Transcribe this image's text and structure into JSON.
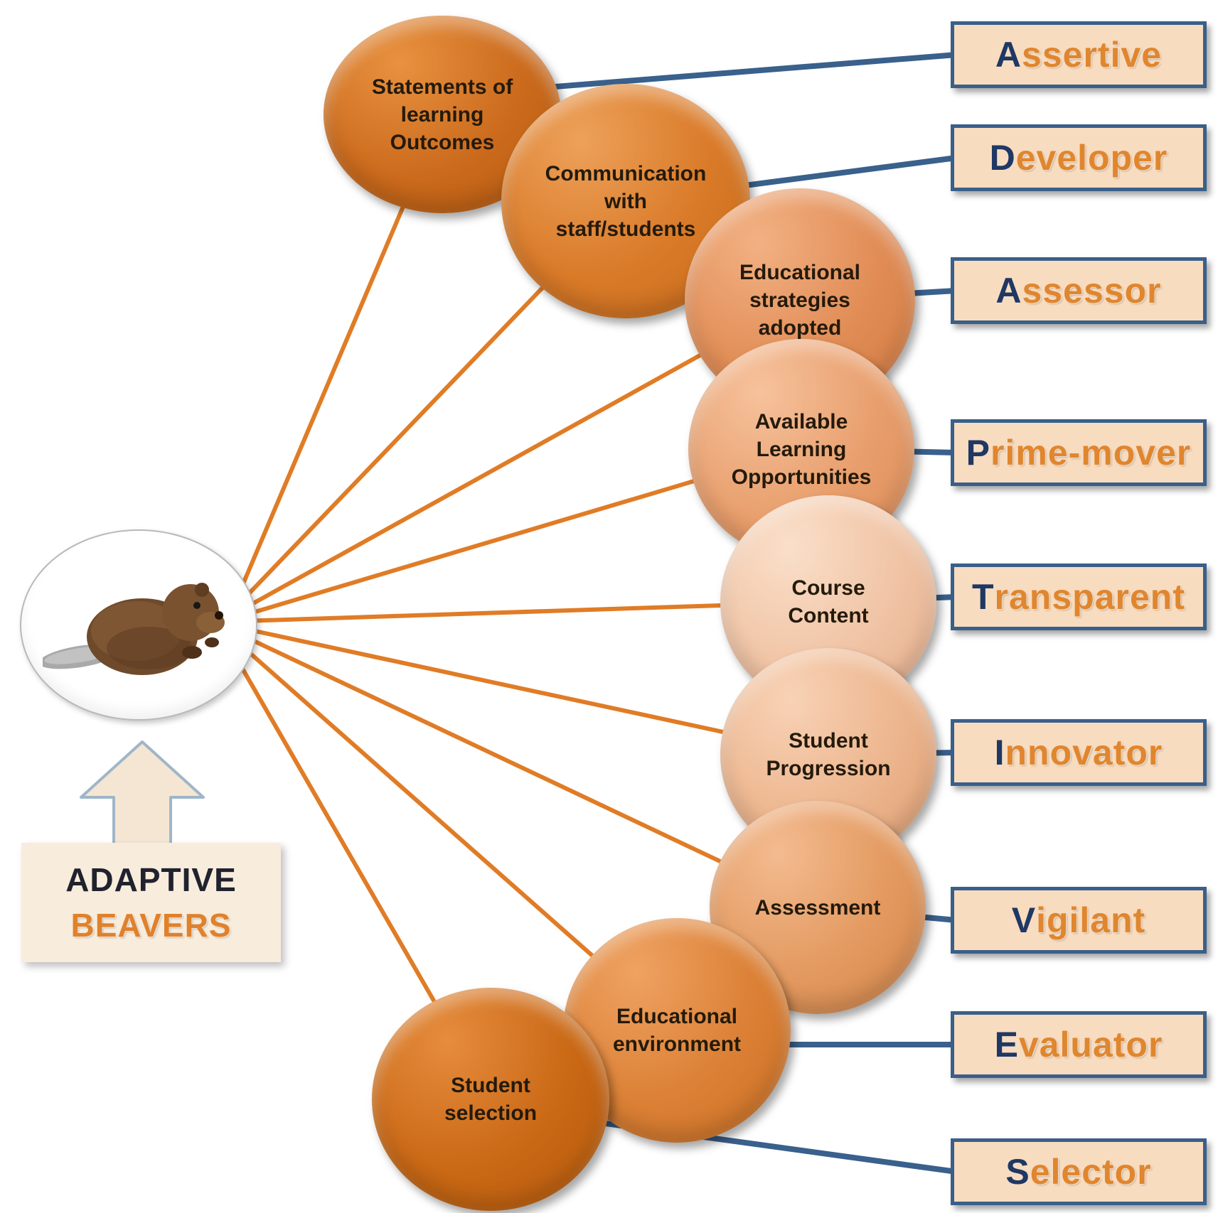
{
  "legend": {
    "line1": "ADAPTIVE",
    "line2": "BEAVERS"
  },
  "hub": {
    "image_name": "beaver"
  },
  "pairs": [
    {
      "circle": "Statements of learning Outcomes",
      "role_first": "A",
      "role_rest": "ssertive"
    },
    {
      "circle": "Communication with staff/students",
      "role_first": "D",
      "role_rest": "eveloper"
    },
    {
      "circle": "Educational strategies adopted",
      "role_first": "A",
      "role_rest": "ssessor"
    },
    {
      "circle": "Available Learning Opportunities",
      "role_first": "P",
      "role_rest": "rime-mover"
    },
    {
      "circle": "Course Content",
      "role_first": "T",
      "role_rest": "ransparent"
    },
    {
      "circle": "Student Progression",
      "role_first": "I",
      "role_rest": "nnovator"
    },
    {
      "circle": "Assessment",
      "role_first": "V",
      "role_rest": "igilant"
    },
    {
      "circle": "Educational environment",
      "role_first": "E",
      "role_rest": "valuator"
    },
    {
      "circle": "Student selection",
      "role_first": "S",
      "role_rest": "elector"
    }
  ],
  "colors": {
    "spoke_line": "#E07C26",
    "connector_line": "#3A608C",
    "role_first_letter": "#1F3864",
    "role_rest": "#E0862E",
    "role_box_bg": "#F8DCC0",
    "role_box_border": "#3A5F8A",
    "legend_adaptive": "#20222E",
    "legend_beavers": "#E0812C",
    "circle_dark_orange": "#C96A1E",
    "circle_light_peach": "#F2C9AE"
  }
}
